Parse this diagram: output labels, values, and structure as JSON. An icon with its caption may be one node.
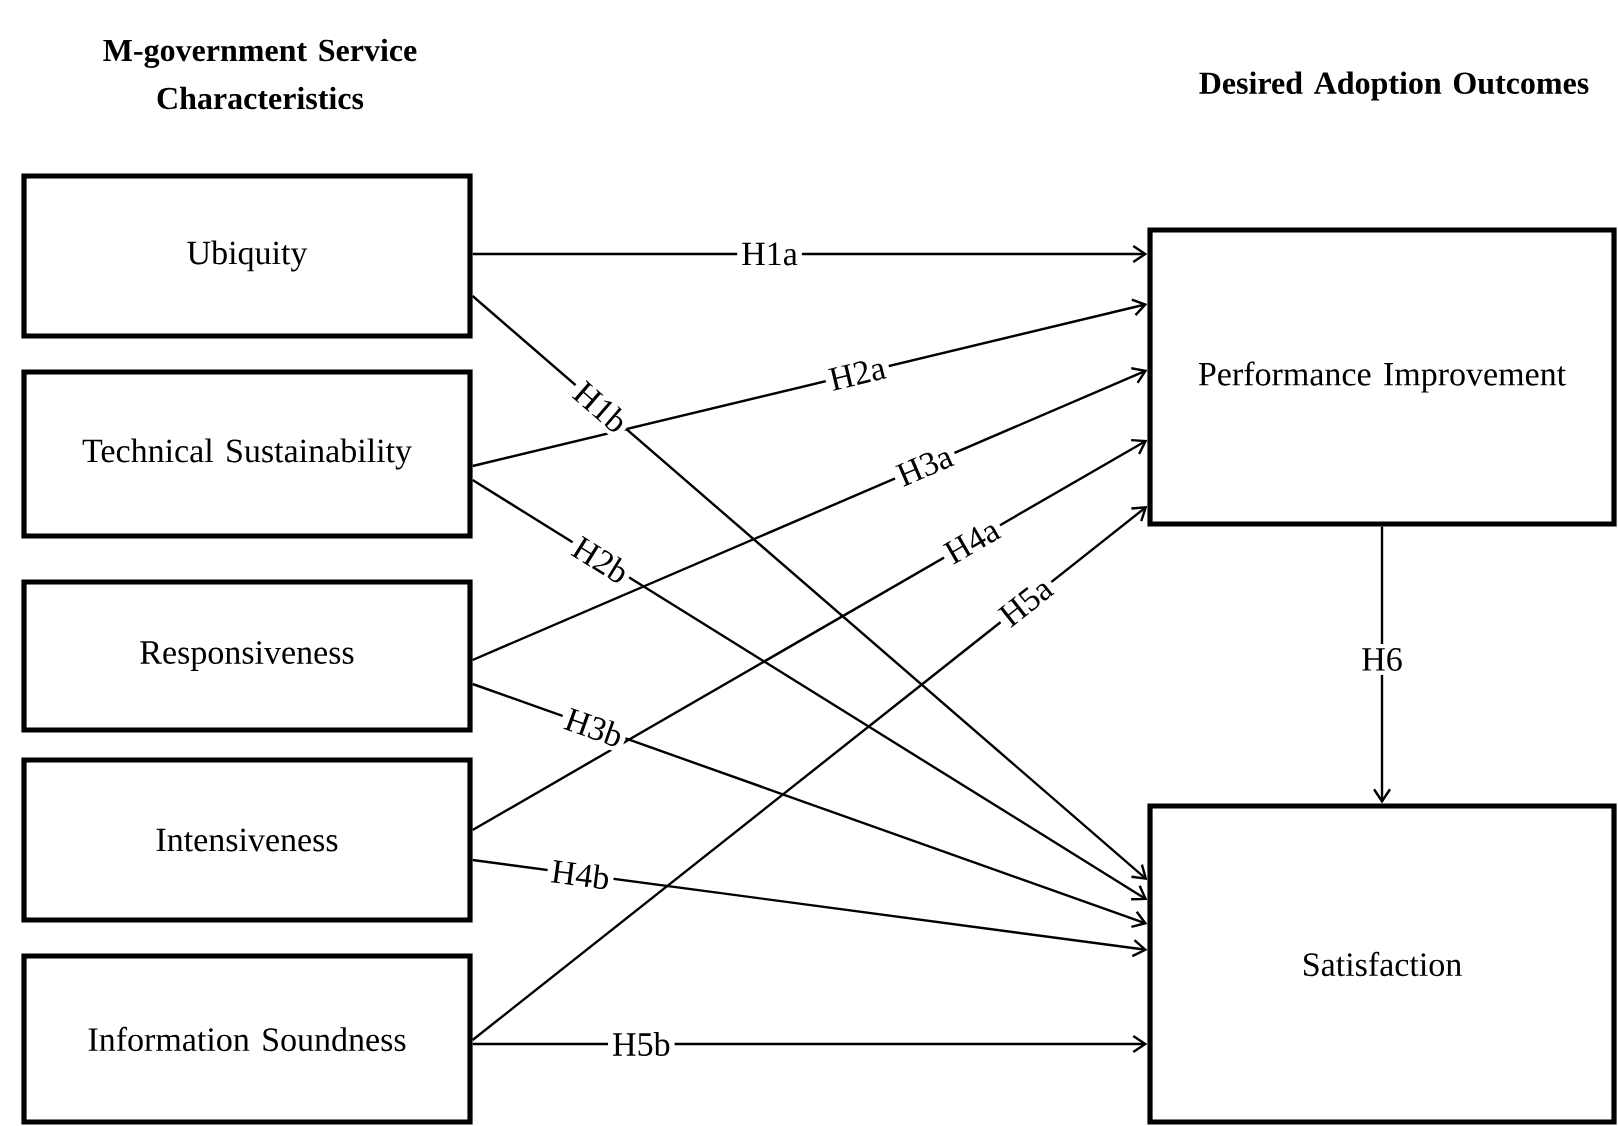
{
  "diagram": {
    "nodes": [
      {
        "text": [
          "Ubiquity"
        ]
      },
      {
        "text": [
          "Technical Sustainability"
        ]
      },
      {
        "text": [
          "Responsiveness"
        ]
      },
      {
        "text": [
          "Intensiveness"
        ]
      },
      {
        "text": [
          "Information Soundness"
        ]
      },
      {
        "text": [
          "Performance Improvement"
        ]
      },
      {
        "text": [
          "Satisfaction"
        ]
      }
    ],
    "edges": [
      {
        "from": 0,
        "to": 5,
        "arrow": "to",
        "label": "H1a"
      },
      {
        "from": 0,
        "to": 6,
        "arrow": "to",
        "label": "H1b"
      },
      {
        "from": 1,
        "to": 5,
        "arrow": "to",
        "label": "H2a"
      },
      {
        "from": 1,
        "to": 6,
        "arrow": "to",
        "label": "H2b"
      },
      {
        "from": 2,
        "to": 5,
        "arrow": "to",
        "label": "H3a"
      },
      {
        "from": 2,
        "to": 6,
        "arrow": "to",
        "label": "H3b"
      },
      {
        "from": 3,
        "to": 5,
        "arrow": "to",
        "label": "H4a"
      },
      {
        "from": 3,
        "to": 6,
        "arrow": "to",
        "label": "H4b"
      },
      {
        "from": 4,
        "to": 5,
        "arrow": "to",
        "label": "H5a"
      },
      {
        "from": 4,
        "to": 6,
        "arrow": "to",
        "label": "H5b"
      },
      {
        "from": 5,
        "to": 6,
        "arrow": "to",
        "label": "H6"
      }
    ],
    "labels": [
      "M-government Service Characteristics",
      "Desired Adoption Outcomes"
    ]
  }
}
